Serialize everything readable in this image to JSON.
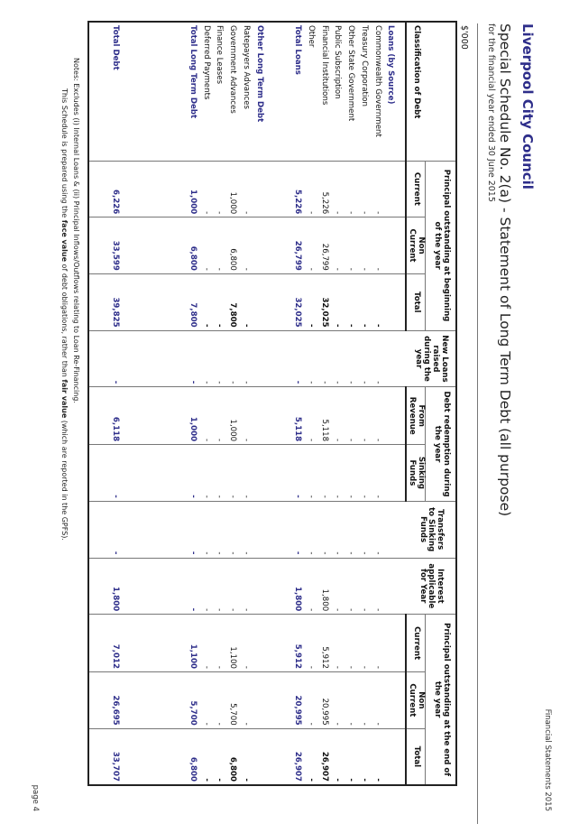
{
  "header": {
    "council": "Liverpool City Council",
    "section_label": "Financial Statements 2015",
    "title": "Special Schedule No. 2(a) - Statement of Long Term Debt (all purpose)",
    "subtitle": "for the financial year ended 30 June 2015",
    "unit": "$'000"
  },
  "table": {
    "head": {
      "classification": "Classification of Debt",
      "principal_begin_group": "Principal outstanding at beginning of the year",
      "new_loans": "New Loans raised during the year",
      "redemption_group": "Debt redemption during the year",
      "transfers": "Transfers to Sinking Funds",
      "interest": "Interest applicable for Year",
      "principal_end_group": "Principal outstanding at the end of the year",
      "current": "Current",
      "non_current": "Non Current",
      "total": "Total",
      "from_revenue": "From Revenue",
      "sinking_funds": "Sinking Funds"
    },
    "loans_heading": "Loans (by Source)",
    "loan_rows": [
      {
        "label": "Commonwealth Government",
        "v": [
          "-",
          "-",
          "-",
          "-",
          "-",
          "-",
          "-",
          "-",
          "-",
          "-",
          "-"
        ]
      },
      {
        "label": "Treasury Corporation",
        "v": [
          "-",
          "-",
          "-",
          "-",
          "-",
          "-",
          "-",
          "-",
          "-",
          "-",
          "-"
        ]
      },
      {
        "label": "Other State Government",
        "v": [
          "-",
          "-",
          "-",
          "-",
          "-",
          "-",
          "-",
          "-",
          "-",
          "-",
          "-"
        ]
      },
      {
        "label": "Public Subscription",
        "v": [
          "-",
          "-",
          "-",
          "-",
          "-",
          "-",
          "-",
          "-",
          "-",
          "-",
          "-"
        ]
      },
      {
        "label": "Financial Institutions",
        "v": [
          "5,226",
          "26,799",
          "32,025",
          "-",
          "5,118",
          "-",
          "-",
          "1,800",
          "5,912",
          "20,995",
          "26,907"
        ]
      },
      {
        "label": "Other",
        "v": [
          "-",
          "-",
          "-",
          "-",
          "-",
          "-",
          "-",
          "-",
          "-",
          "-",
          "-"
        ]
      }
    ],
    "total_loans": {
      "label": "Total Loans",
      "v": [
        "5,226",
        "26,799",
        "32,025",
        "-",
        "5,118",
        "-",
        "-",
        "1,800",
        "5,912",
        "20,995",
        "26,907"
      ]
    },
    "other_heading": "Other Long Term Debt",
    "other_rows": [
      {
        "label": "Ratepayers Advances",
        "v": [
          "-",
          "-",
          "-",
          "-",
          "-",
          "-",
          "-",
          "-",
          "-",
          "-",
          "-"
        ]
      },
      {
        "label": "Government Advances",
        "v": [
          "1,000",
          "6,800",
          "7,800",
          "-",
          "1,000",
          "-",
          "-",
          "-",
          "1,100",
          "5,700",
          "6,800"
        ]
      },
      {
        "label": "Finance Leases",
        "v": [
          "-",
          "-",
          "-",
          "-",
          "-",
          "-",
          "-",
          "-",
          "-",
          "-",
          "-"
        ]
      },
      {
        "label": "Deferred Payments",
        "v": [
          "-",
          "-",
          "-",
          "-",
          "-",
          "-",
          "-",
          "-",
          "-",
          "-",
          "-"
        ]
      }
    ],
    "total_other": {
      "label": "Total Long Term Debt",
      "v": [
        "1,000",
        "6,800",
        "7,800",
        "-",
        "1,000",
        "-",
        "-",
        "-",
        "1,100",
        "5,700",
        "6,800"
      ]
    },
    "total_debt": {
      "label": "Total Debt",
      "v": [
        "6,226",
        "33,599",
        "39,825",
        "-",
        "6,118",
        "-",
        "-",
        "1,800",
        "7,012",
        "26,695",
        "33,707"
      ]
    }
  },
  "notes": {
    "line1": "Notes: Excludes (i) Internal Loans & (ii) Principal Inflows/Outflows relating to Loan Re-Financing.",
    "line2_a": "This Schedule is prepared using the ",
    "line2_b": "face value",
    "line2_c": " of debt obligations, rather than ",
    "line2_d": "fair value",
    "line2_e": " (which are reported in the GPFS)."
  },
  "page_label": "page 4"
}
